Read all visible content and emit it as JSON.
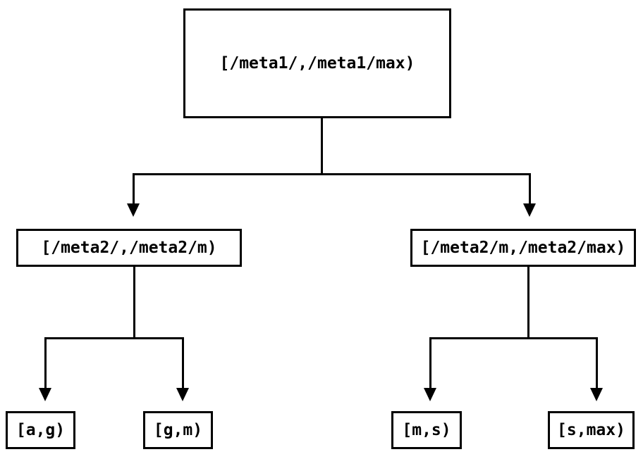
{
  "diagram": {
    "type": "tree",
    "background_color": "#ffffff",
    "line_color": "#000000",
    "box_border_color": "#000000",
    "text_color": "#000000",
    "nodes": {
      "root": {
        "label": "[/meta1/,/meta1/max)"
      },
      "left": {
        "label": "[/meta2/,/meta2/m)"
      },
      "right": {
        "label": "[/meta2/m,/meta2/max)"
      },
      "leaf_ag": {
        "label": "[a,g)"
      },
      "leaf_gm": {
        "label": "[g,m)"
      },
      "leaf_ms": {
        "label": "[m,s)"
      },
      "leaf_smax": {
        "label": "[s,max)"
      }
    },
    "edges": [
      {
        "from": "root",
        "to": "left"
      },
      {
        "from": "root",
        "to": "right"
      },
      {
        "from": "left",
        "to": "leaf_ag"
      },
      {
        "from": "left",
        "to": "leaf_gm"
      },
      {
        "from": "right",
        "to": "leaf_ms"
      },
      {
        "from": "right",
        "to": "leaf_smax"
      }
    ]
  }
}
